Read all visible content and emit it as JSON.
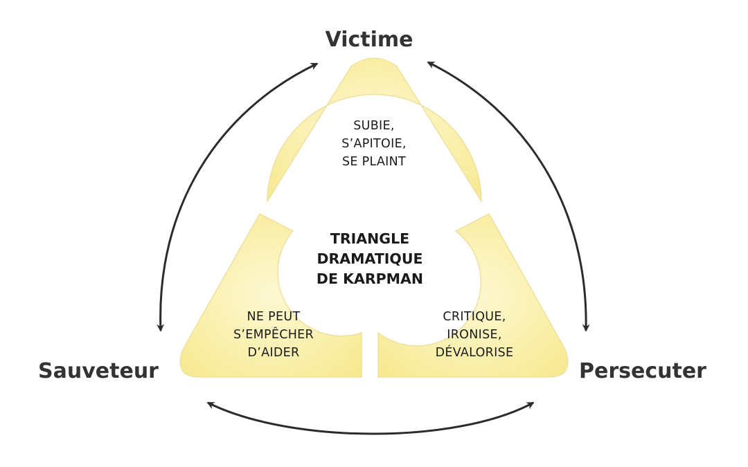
{
  "diagram": {
    "center": {
      "lines": [
        "TRIANGLE",
        "DRAMATIQUE",
        "DE KARPMAN"
      ]
    },
    "roles": {
      "top": "Victime",
      "left": "Sauveteur",
      "right": "Persecuter"
    },
    "segments": {
      "top": [
        "SUBIE,",
        "S’APITOIE,",
        "SE PLAINT"
      ],
      "left": [
        "NE PEUT",
        "S’EMPÊCHER",
        "D’AIDER"
      ],
      "right": [
        "CRITIQUE,",
        "IRONISE,",
        "DÉVALORISE"
      ]
    }
  },
  "colors": {
    "segment_fill_light": "#fdf8d2",
    "segment_fill_dark": "#f6e88a",
    "segment_stroke": "#eee0a0",
    "arrow": "#2b2b2b",
    "label": "#333333"
  }
}
